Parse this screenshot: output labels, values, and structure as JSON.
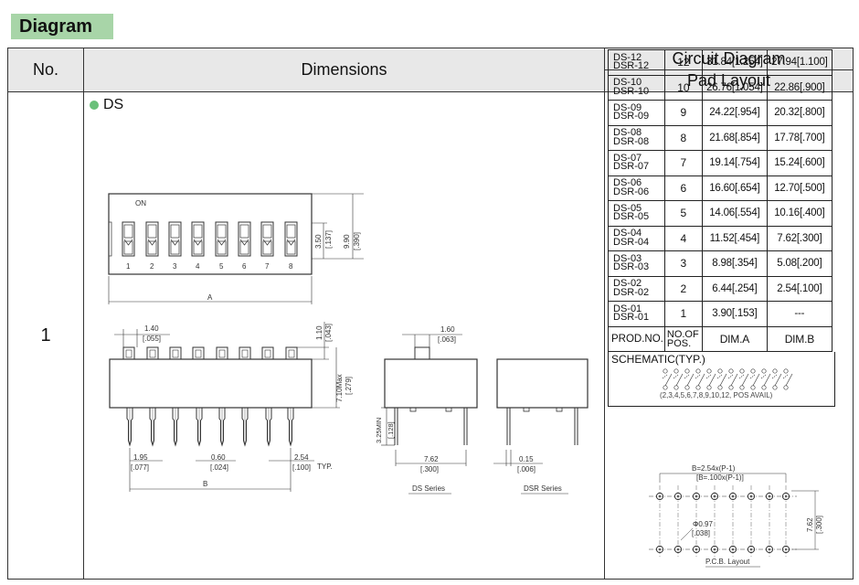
{
  "section_tag": "Diagram",
  "header": {
    "no": "No.",
    "dimensions": "Dimensions",
    "circuit": "Circuit Diagram",
    "pad": "Pad Layout"
  },
  "row_no": "1",
  "series_label": "DS",
  "top_view": {
    "on_label": "ON",
    "switch_numbers": [
      "1",
      "2",
      "3",
      "4",
      "5",
      "6",
      "7",
      "8"
    ],
    "dim_a": "A",
    "dim_350": "3.50",
    "dim_137": "[.137]",
    "dim_990": "9.90",
    "dim_390": "[.390]"
  },
  "side_view": {
    "d140": "1.40",
    "d055": "[.055]",
    "d110": "1.10",
    "d043": "[.043]",
    "d710": "7.10Max",
    "d279": "[.279]",
    "d195": "1.95",
    "d077": "[.077]",
    "d060": "0.60",
    "d024": "[.024]",
    "d254": "2.54",
    "d100": "[.100]",
    "typ": "TYP.",
    "dim_b": "B"
  },
  "end_views": {
    "d160": "1.60",
    "d063": "[.063]",
    "d325": "3.25MIN",
    "d128": "[.128]",
    "d762": "7.62",
    "d300": "[.300]",
    "d015": "0.15",
    "d006": "[.006]",
    "ds_series": "DS Series",
    "dsr_series": "DSR Series"
  },
  "products": [
    {
      "pn1": "DS-12",
      "pn2": "DSR-12",
      "pos": "12",
      "a": "31.84[1.254]",
      "b": "27.94[1.100]"
    },
    {
      "pn1": "DS-10",
      "pn2": "DSR-10",
      "pos": "10",
      "a": "26.76[1.054]",
      "b": "22.86[.900]"
    },
    {
      "pn1": "DS-09",
      "pn2": "DSR-09",
      "pos": "9",
      "a": "24.22[.954]",
      "b": "20.32[.800]"
    },
    {
      "pn1": "DS-08",
      "pn2": "DSR-08",
      "pos": "8",
      "a": "21.68[.854]",
      "b": "17.78[.700]"
    },
    {
      "pn1": "DS-07",
      "pn2": "DSR-07",
      "pos": "7",
      "a": "19.14[.754]",
      "b": "15.24[.600]"
    },
    {
      "pn1": "DS-06",
      "pn2": "DSR-06",
      "pos": "6",
      "a": "16.60[.654]",
      "b": "12.70[.500]"
    },
    {
      "pn1": "DS-05",
      "pn2": "DSR-05",
      "pos": "5",
      "a": "14.06[.554]",
      "b": "10.16[.400]"
    },
    {
      "pn1": "DS-04",
      "pn2": "DSR-04",
      "pos": "4",
      "a": "11.52[.454]",
      "b": "7.62[.300]"
    },
    {
      "pn1": "DS-03",
      "pn2": "DSR-03",
      "pos": "3",
      "a": "8.98[.354]",
      "b": "5.08[.200]"
    },
    {
      "pn1": "DS-02",
      "pn2": "DSR-02",
      "pos": "2",
      "a": "6.44[.254]",
      "b": "2.54[.100]"
    },
    {
      "pn1": "DS-01",
      "pn2": "DSR-01",
      "pos": "1",
      "a": "3.90[.153]",
      "b": "---"
    }
  ],
  "table_header": {
    "prod_no": "PROD.NO.",
    "no_of": "NO.OF",
    "pos": "POS.",
    "dim_a": "DIM.A",
    "dim_b": "DIM.B"
  },
  "schematic": {
    "title": "SCHEMATIC(TYP.)",
    "note": "(2,3,4,5,6,7,8,9,10,12, POS AVAIL)"
  },
  "pcb": {
    "formula1": "B=2.54x(P-1)",
    "formula2": "[B=.100x(P-1)]",
    "d097": "Φ0.97",
    "d038": "[.038]",
    "d762": "7.62",
    "d300": "[.300]",
    "caption": "P.C.B. Layout"
  }
}
